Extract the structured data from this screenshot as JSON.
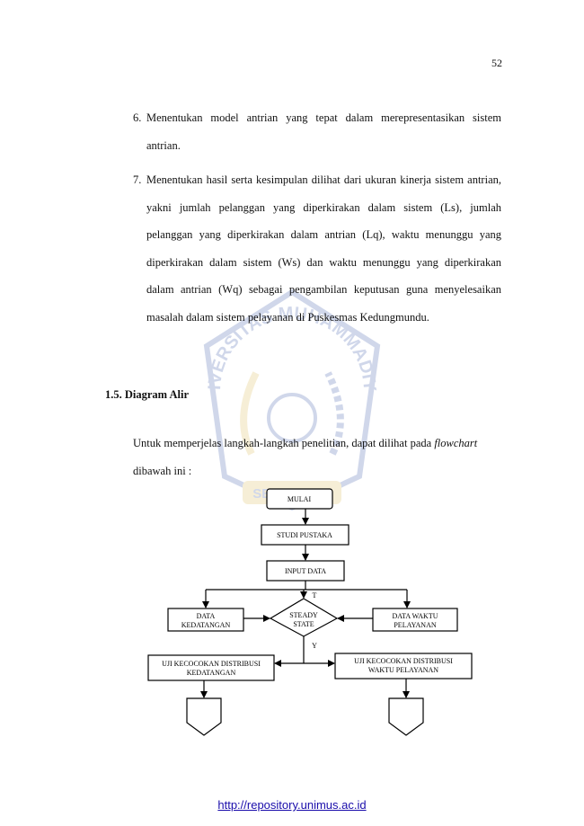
{
  "page_number": "52",
  "list_items": [
    {
      "num": "6.",
      "text": "Menentukan model antrian yang tepat dalam merepresentasikan sistem antrian."
    },
    {
      "num": "7.",
      "text": "Menentukan hasil serta kesimpulan dilihat dari ukuran kinerja sistem antrian, yakni jumlah pelanggan yang diperkirakan dalam sistem (Ls), jumlah pelanggan yang diperkirakan dalam antrian (Lq), waktu menunggu yang diperkirakan dalam sistem (Ws) dan waktu menunggu yang diperkirakan dalam antrian (Wq) sebagai pengambilan keputusan guna menyelesaikan masalah dalam sistem pelayanan di Puskesmas Kedungmundu."
    }
  ],
  "section": {
    "heading": "1.5. Diagram Alir",
    "intro_before": "Untuk memperjelas langkah-langkah penelitian, dapat dilihat pada ",
    "intro_italic": "flowchart",
    "intro_after": " dibawah ini  :"
  },
  "watermark": {
    "arc_text": "UNIVERSITAS MUHAMMADIYAH",
    "bottom_text": "SEMARANG",
    "colors": {
      "primary": "#2f4fa3",
      "accent": "#d9b64a"
    }
  },
  "flowchart": {
    "mulai": "MULAI",
    "studi_pustaka": "STUDI PUSTAKA",
    "input_data": "INPUT DATA",
    "data_kedatangan": [
      "DATA",
      "KEDATANGAN"
    ],
    "steady_state": [
      "STEADY",
      "STATE"
    ],
    "data_waktu_pelayanan": [
      "DATA WAKTU",
      "PELAYANAN"
    ],
    "label_t": "T",
    "label_y": "Y",
    "uji_kedatangan": [
      "UJI KECOCOKAN DISTRIBUSI",
      "KEDATANGAN"
    ],
    "uji_pelayanan": [
      "UJI KECOCOKAN DISTRIBUSI",
      "WAKTU PELAYANAN"
    ]
  },
  "footer": {
    "url": "http://repository.unimus.ac.id"
  }
}
